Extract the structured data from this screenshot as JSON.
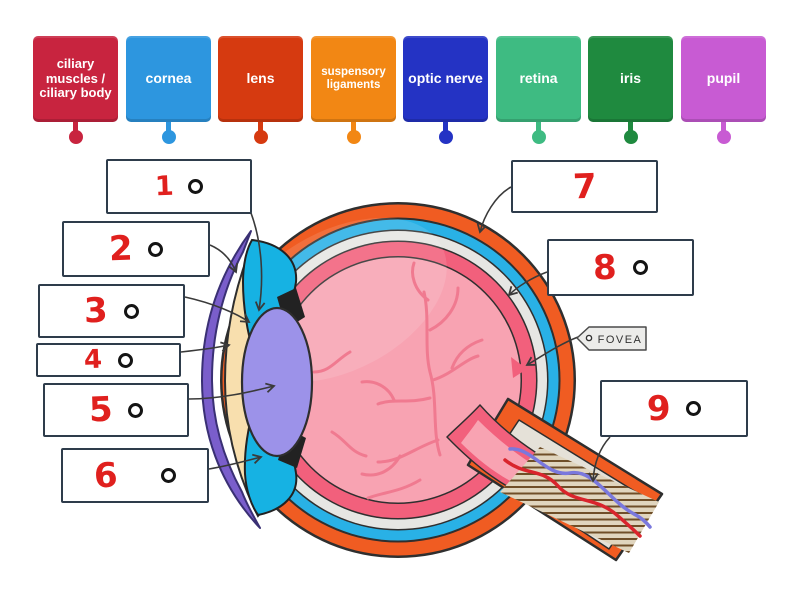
{
  "word_bank": [
    {
      "label": "ciliary muscles / ciliary body",
      "color": "#C8243F"
    },
    {
      "label": "cornea",
      "color": "#2D96DF"
    },
    {
      "label": "lens",
      "color": "#D63A10"
    },
    {
      "label": "suspensory ligaments",
      "color": "#F28714"
    },
    {
      "label": "optic nerve",
      "color": "#2433C4"
    },
    {
      "label": "retina",
      "color": "#3EBB82"
    },
    {
      "label": "iris",
      "color": "#1F8A3F"
    },
    {
      "label": "pupil",
      "color": "#C85BD3"
    }
  ],
  "answer_slots": [
    {
      "number": "1",
      "has_dot": true
    },
    {
      "number": "2",
      "has_dot": true
    },
    {
      "number": "3",
      "has_dot": true
    },
    {
      "number": "4",
      "has_dot": true
    },
    {
      "number": "5",
      "has_dot": true
    },
    {
      "number": "6",
      "has_dot": true
    },
    {
      "number": "7",
      "has_dot": false
    },
    {
      "number": "8",
      "has_dot": true
    },
    {
      "number": "9",
      "has_dot": true
    }
  ],
  "diagram": {
    "fovea_tag": "FOVEA",
    "colors": {
      "sclera": "#F05C22",
      "choroid": "#29B1E6",
      "retina_layer": "#E6E6E3",
      "vitreous_ring": "#F2607C",
      "vitreous": "#F8A3B2",
      "vessels": "#F07A90",
      "aqueous_humour": "#F8DFAE",
      "ciliary_body": "#16B2E3",
      "lens": "#9C92E9",
      "cornea": "#7A5ECB",
      "nerve_stripes": "#6F4E28",
      "artery": "#D9242C",
      "vein": "#7A78DD",
      "slot_number": "#E0201E"
    }
  }
}
